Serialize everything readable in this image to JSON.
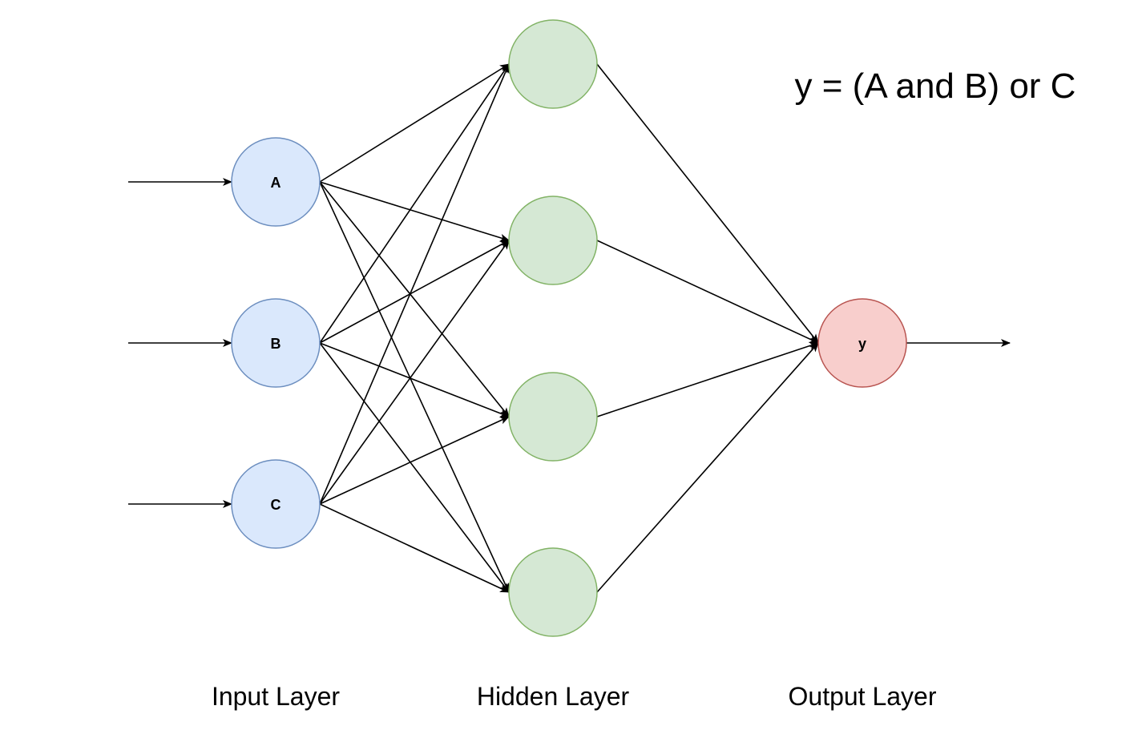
{
  "formula": "y = (A and B) or C",
  "layers": {
    "input": "Input Layer",
    "hidden": "Hidden Layer",
    "output": "Output Layer"
  },
  "input_nodes": [
    "A",
    "B",
    "C"
  ],
  "hidden_nodes": [
    "",
    "",
    "",
    ""
  ],
  "output_node": "y",
  "colors": {
    "input_fill": "#dae8fc",
    "input_stroke": "#6c8ebf",
    "hidden_fill": "#d5e8d4",
    "hidden_stroke": "#82b366",
    "output_fill": "#f8cecc",
    "output_stroke": "#b85450",
    "edge": "#000000"
  }
}
